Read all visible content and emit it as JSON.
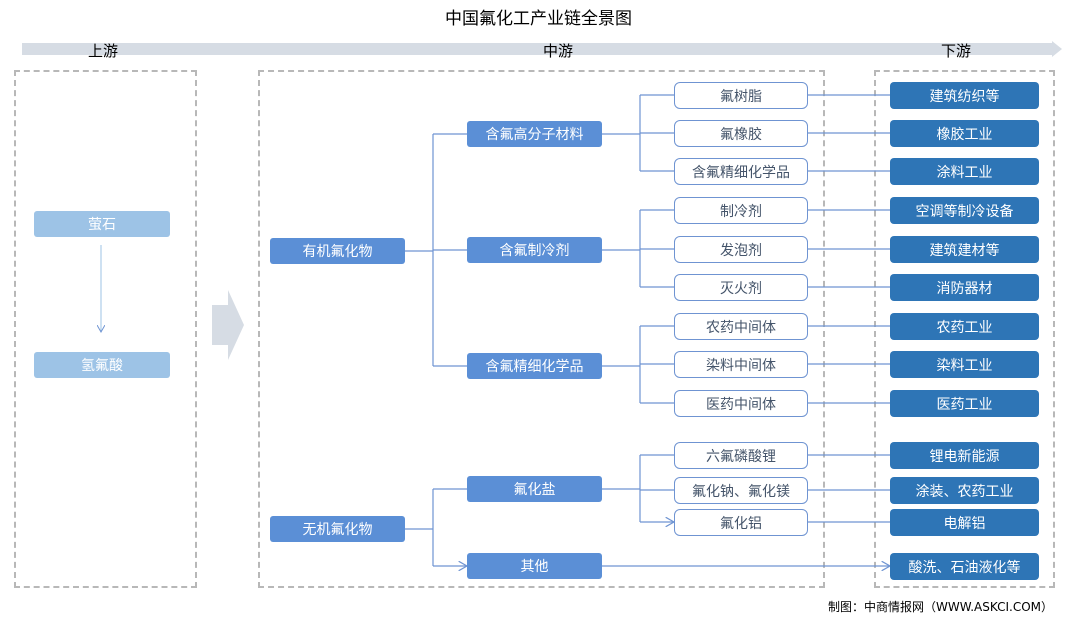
{
  "title": "中国氟化工产业链全景图",
  "stages": {
    "upstream": "上游",
    "midstream": "中游",
    "downstream": "下游"
  },
  "upstream": [
    "萤石",
    "氢氟酸"
  ],
  "level1": [
    "有机氟化物",
    "无机氟化物"
  ],
  "level2": [
    "含氟高分子材料",
    "含氟制冷剂",
    "含氟精细化学品",
    "氟化盐",
    "其他"
  ],
  "level3": [
    "氟树脂",
    "氟橡胶",
    "含氟精细化学品",
    "制冷剂",
    "发泡剂",
    "灭火剂",
    "农药中间体",
    "染料中间体",
    "医药中间体",
    "六氟磷酸锂",
    "氟化钠、氟化镁",
    "氟化铝"
  ],
  "downstream": [
    "建筑纺织等",
    "橡胶工业",
    "涂料工业",
    "空调等制冷设备",
    "建筑建材等",
    "消防器材",
    "农药工业",
    "染料工业",
    "医药工业",
    "锂电新能源",
    "涂装、农药工业",
    "电解铝",
    "酸洗、石油液化等"
  ],
  "source": "制图：中商情报网（WWW.ASKCI.COM）",
  "colors": {
    "light": "#9dc3e6",
    "mid": "#5b8fd6",
    "dark": "#2e75b6",
    "line": "#6f94d2"
  }
}
